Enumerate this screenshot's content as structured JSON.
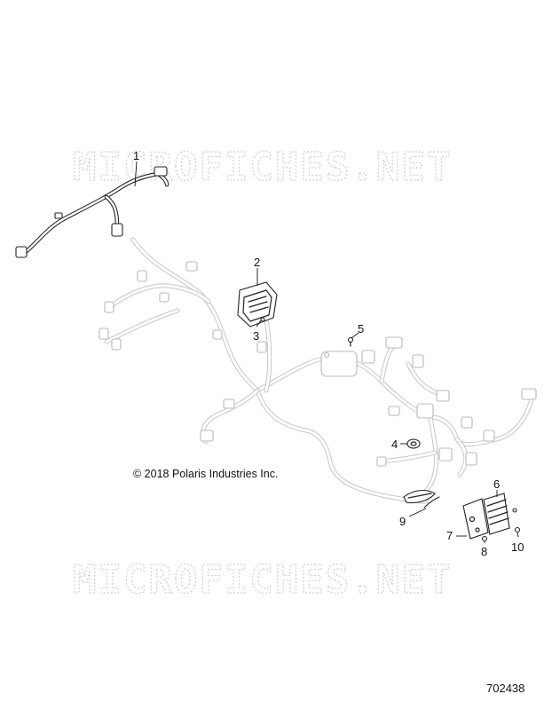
{
  "watermark": {
    "top": "MICROFICHES.NET",
    "bottom": "MICROFICHES.NET"
  },
  "callouts": [
    {
      "id": "c1",
      "label": "1"
    },
    {
      "id": "c2",
      "label": "2"
    },
    {
      "id": "c3",
      "label": "3"
    },
    {
      "id": "c4",
      "label": "4"
    },
    {
      "id": "c5",
      "label": "5"
    },
    {
      "id": "c6",
      "label": "6"
    },
    {
      "id": "c7",
      "label": "7"
    },
    {
      "id": "c8",
      "label": "8"
    },
    {
      "id": "c9",
      "label": "9"
    },
    {
      "id": "c10",
      "label": "10"
    }
  ],
  "copyright": "© 2018 Polaris Industries Inc.",
  "diagram_id": "702438",
  "colors": {
    "line_dark": "#222222",
    "line_gray": "#bdbdbd",
    "watermark": "#cfcfcf",
    "background": "#ffffff"
  }
}
